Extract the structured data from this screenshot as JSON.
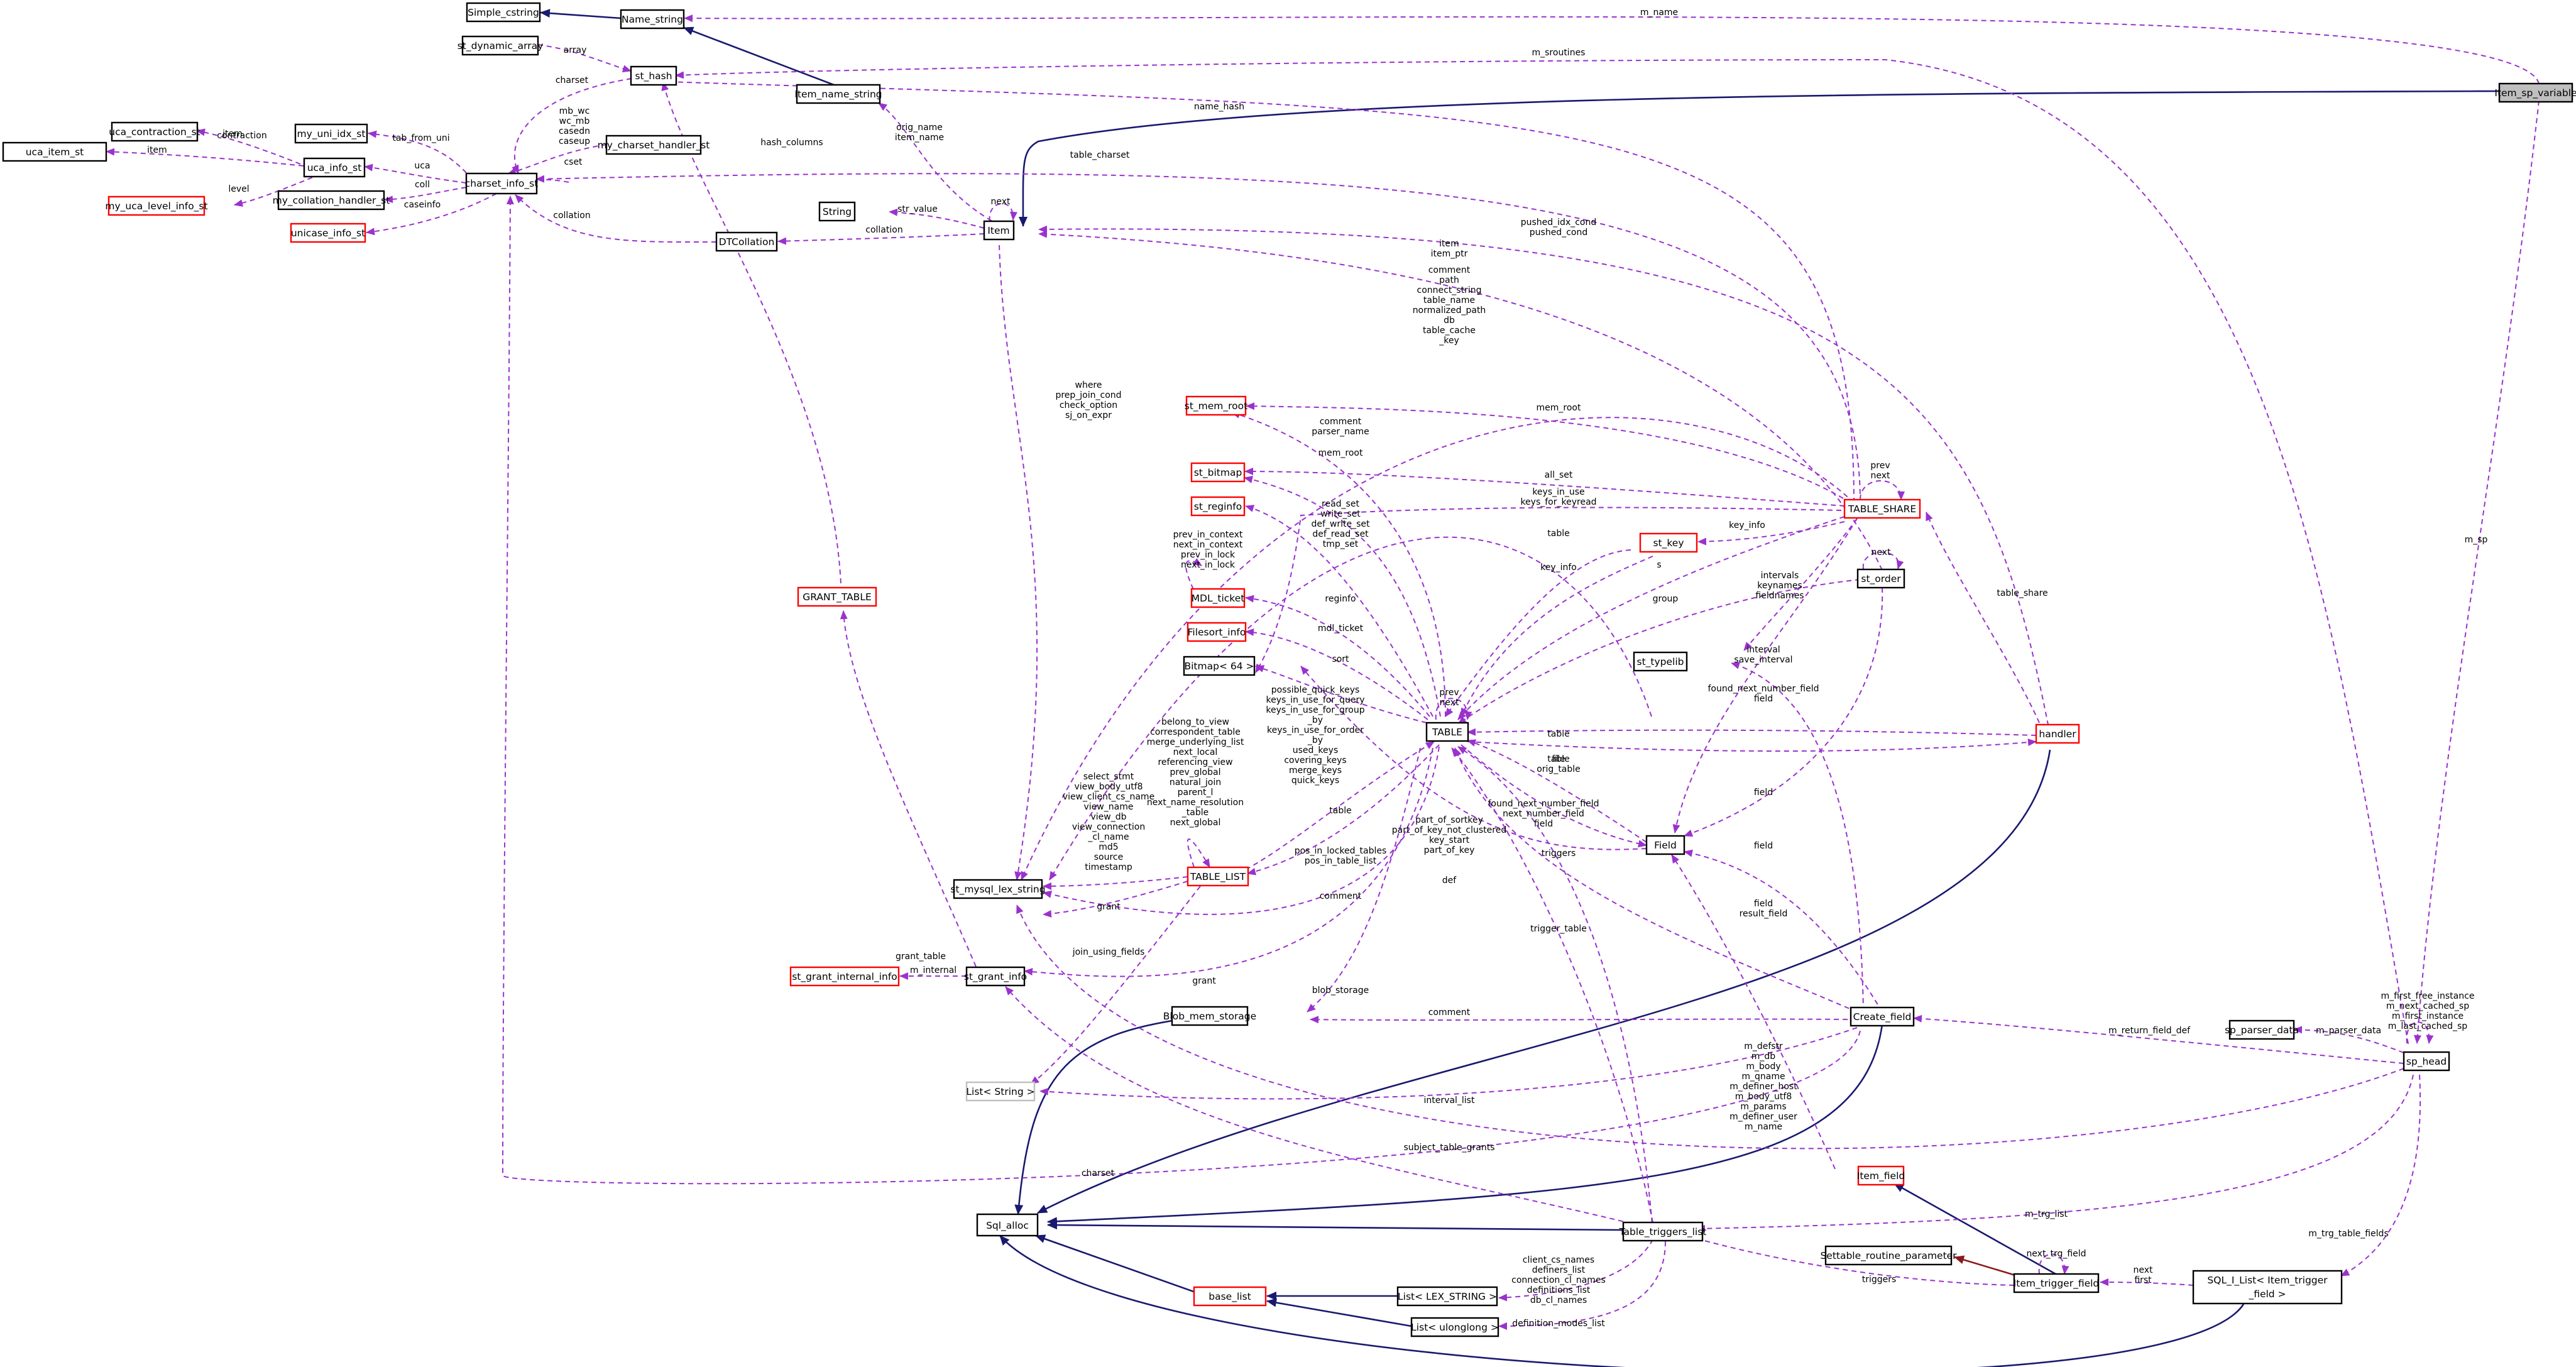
{
  "nodes": {
    "simple_cstring": "Simple_cstring",
    "name_string": "Name_string",
    "st_dynamic_array": "st_dynamic_array",
    "st_hash": "st_hash",
    "item_name_string": "Item_name_string",
    "uca_contraction_st": "uca_contraction_st",
    "my_uni_idx_st": "my_uni_idx_st",
    "uca_item_st": "uca_item_st",
    "uca_info_st": "uca_info_st",
    "charset_info_st": "charset_info_st",
    "my_charset_handler_st": "my_charset_handler_st",
    "my_uca_level_info_st": "my_uca_level_info_st",
    "my_collation_handler_st": "my_collation_handler_st",
    "unicase_info_st": "unicase_info_st",
    "string": "String",
    "item": "Item",
    "dtcollation": "DTCollation",
    "item_sp_variable": "Item_sp_variable",
    "st_mem_root": "st_mem_root",
    "st_bitmap": "st_bitmap",
    "st_reginfo": "st_reginfo",
    "mdl_ticket": "MDL_ticket",
    "filesort_info": "Filesort_info",
    "bitmap64": "Bitmap< 64 >",
    "table_share": "TABLE_SHARE",
    "st_key": "st_key",
    "st_order": "st_order",
    "st_typelib": "st_typelib",
    "table": "TABLE",
    "handler": "handler",
    "grant_table": "GRANT_TABLE",
    "st_mysql_lex_string": "st_mysql_lex_string",
    "table_list": "TABLE_LIST",
    "field": "Field",
    "st_grant_internal_info": "st_grant_internal_info",
    "st_grant_info": "st_grant_info",
    "blob_mem_storage": "Blob_mem_storage",
    "create_field": "Create_field",
    "sp_parser_data": "sp_parser_data",
    "sp_head": "sp_head",
    "list_string": "List< String >",
    "item_field": "Item_field",
    "sql_alloc": "Sql_alloc",
    "table_triggers_list": "Table_triggers_list",
    "settable_routine_parameter": "Settable_routine_parameter",
    "item_trigger_field": "Item_trigger_field",
    "base_list": "base_list",
    "list_lex_string": "List< LEX_STRING >",
    "list_ulonglong": "List< ulonglong >",
    "sql_i_list": [
      "SQL_I_List< Item_trigger",
      "_field >"
    ]
  },
  "edge_labels": {
    "m_name": [
      "m_name"
    ],
    "m_sroutines": [
      "m_sroutines"
    ],
    "array": [
      "array"
    ],
    "charset": [
      "charset"
    ],
    "name_hash": [
      "name_hash"
    ],
    "orig_item_name": [
      "orig_name",
      "item_name"
    ],
    "item_to_uca_item": [
      "item"
    ],
    "contraction": [
      "contraction"
    ],
    "tab_from_uni": [
      "tab_from_uni"
    ],
    "uca_item": [
      "item"
    ],
    "level": [
      "level"
    ],
    "uca": [
      "uca"
    ],
    "mb_wc": [
      "mb_wc",
      "wc_mb",
      "casedn",
      "caseup"
    ],
    "cset": [
      "cset"
    ],
    "coll": [
      "coll"
    ],
    "caseinfo": [
      "caseinfo"
    ],
    "collation_cs": [
      "collation"
    ],
    "hash_columns": [
      "hash_columns"
    ],
    "table_charset": [
      "table_charset"
    ],
    "str_value": [
      "str_value"
    ],
    "next_item": [
      "next"
    ],
    "collation_item": [
      "collation"
    ],
    "pushed_idx_cond": [
      "pushed_idx_cond",
      "pushed_cond"
    ],
    "item_ptr": [
      "item",
      "item_ptr"
    ],
    "comment_path": [
      "comment",
      "path",
      "connect_string",
      "table_name",
      "normalized_path",
      "db",
      "table_cache",
      "_key"
    ],
    "where": [
      "where",
      "prep_join_cond",
      "check_option",
      "sj_on_expr"
    ],
    "mem_root_share": [
      "mem_root"
    ],
    "comment_parser": [
      "comment",
      "parser_name"
    ],
    "mem_root_table": [
      "mem_root"
    ],
    "prev_next_share": [
      "prev",
      "next"
    ],
    "all_set": [
      "all_set"
    ],
    "keys_in_use": [
      "keys_in_use",
      "keys_for_keyread"
    ],
    "read_set": [
      "read_set",
      "write_set",
      "def_write_set",
      "def_read_set",
      "tmp_set"
    ],
    "table_key": [
      "table"
    ],
    "key_info_share": [
      "key_info"
    ],
    "next_order": [
      "next"
    ],
    "key_info_table": [
      "key_info"
    ],
    "s": [
      "s"
    ],
    "mdl_prev": [
      "prev_in_context",
      "next_in_context",
      "prev_in_lock",
      "next_in_lock"
    ],
    "table_share_handler": [
      "table_share"
    ],
    "intervals": [
      "intervals",
      "keynames",
      "fieldnames"
    ],
    "group": [
      "group"
    ],
    "reginfo": [
      "reginfo"
    ],
    "mdl_ticket": [
      "mdl_ticket"
    ],
    "sort": [
      "sort"
    ],
    "interval": [
      "interval",
      "save_interval"
    ],
    "found_next_number": [
      "found_next_number_field",
      "field"
    ],
    "possible_quick_keys": [
      "possible_quick_keys",
      "keys_in_use_for_query",
      "keys_in_use_for_group",
      "_by",
      "keys_in_use_for_order",
      "_by",
      "used_keys",
      "covering_keys",
      "merge_keys",
      "quick_keys"
    ],
    "table_prev_next": [
      "prev",
      "next"
    ],
    "table_handler": [
      "table"
    ],
    "file": [
      "file"
    ],
    "belong_to_view": [
      "belong_to_view",
      "correspondent_table",
      "merge_underlying_list",
      "next_local",
      "referencing_view",
      "prev_global",
      "natural_join",
      "parent_l",
      "next_name_resolution",
      "_table",
      "next_global"
    ],
    "select_stmt": [
      "select_stmt",
      "view_body_utf8",
      "view_client_cs_name",
      "view_name",
      "view_db",
      "view_connection",
      "_cl_name",
      "md5",
      "source",
      "timestamp"
    ],
    "table_orig": [
      "table",
      "orig_table"
    ],
    "field_order": [
      "field"
    ],
    "found_next_number_table": [
      "found_next_number_field",
      "next_number_field",
      "field"
    ],
    "table_tl": [
      "table"
    ],
    "part_of_sortkey": [
      "part_of_sortkey",
      "part_of_key_not_clustered",
      "key_start",
      "part_of_key"
    ],
    "pos_in_locked": [
      "pos_in_locked_tables",
      "pos_in_table_list"
    ],
    "triggers": [
      "triggers"
    ],
    "field_create": [
      "field"
    ],
    "grant_table": [
      "grant_table"
    ],
    "comment_lex": [
      "comment"
    ],
    "def": [
      "def"
    ],
    "field_result": [
      "field",
      "result_field"
    ],
    "grant_tl": [
      "grant"
    ],
    "join_using": [
      "join_using_fields"
    ],
    "m_internal": [
      "m_internal"
    ],
    "grant_item": [
      "grant"
    ],
    "trigger_table": [
      "trigger_table"
    ],
    "blob_storage": [
      "blob_storage"
    ],
    "comment_create": [
      "comment"
    ],
    "m_return_field_def": [
      "m_return_field_def"
    ],
    "m_parser_data": [
      "m_parser_data"
    ],
    "m_first_free": [
      "m_first_free_instance",
      "m_next_cached_sp",
      "m_first_instance",
      "m_last_cached_sp"
    ],
    "m_sp": [
      "m_sp"
    ],
    "m_defstr": [
      "m_defstr",
      "m_db",
      "m_body",
      "m_qname",
      "m_definer_host",
      "m_body_utf8",
      "m_params",
      "m_definer_user",
      "m_name"
    ],
    "interval_list": [
      "interval_list"
    ],
    "subject_table_grants": [
      "subject_table_grants"
    ],
    "charset_bottom": [
      "charset"
    ],
    "m_trg_list": [
      "m_trg_list"
    ],
    "next_trg_field": [
      "next_trg_field"
    ],
    "client_cs": [
      "client_cs_names",
      "definers_list",
      "connection_cl_names",
      "definitions_list",
      "db_cl_names"
    ],
    "triggers_itf": [
      "triggers"
    ],
    "m_trg_table_fields": [
      "m_trg_table_fields"
    ],
    "next_first": [
      "next",
      "first"
    ],
    "definition_modes": [
      "definition_modes_list"
    ]
  }
}
